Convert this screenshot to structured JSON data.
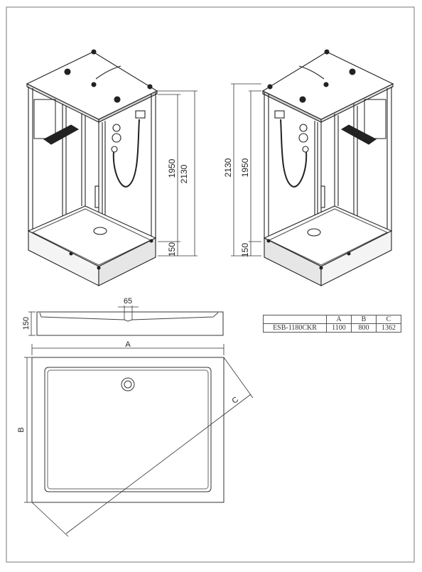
{
  "drawing": {
    "left_view": {
      "height_total": "2130",
      "height_cabin": "1950",
      "height_tray": "150"
    },
    "right_view": {
      "height_total": "2130",
      "height_cabin": "1950",
      "height_tray": "150"
    },
    "tray_side": {
      "height": "150",
      "drain_offset": "65"
    },
    "tray_top": {
      "label_a": "A",
      "label_b": "B",
      "label_c": "C"
    }
  },
  "spec_table": {
    "headers": [
      "",
      "A",
      "B",
      "C"
    ],
    "rows": [
      {
        "model": "ESB-1180CKR",
        "a": "1100",
        "b": "800",
        "c": "1362"
      }
    ]
  }
}
